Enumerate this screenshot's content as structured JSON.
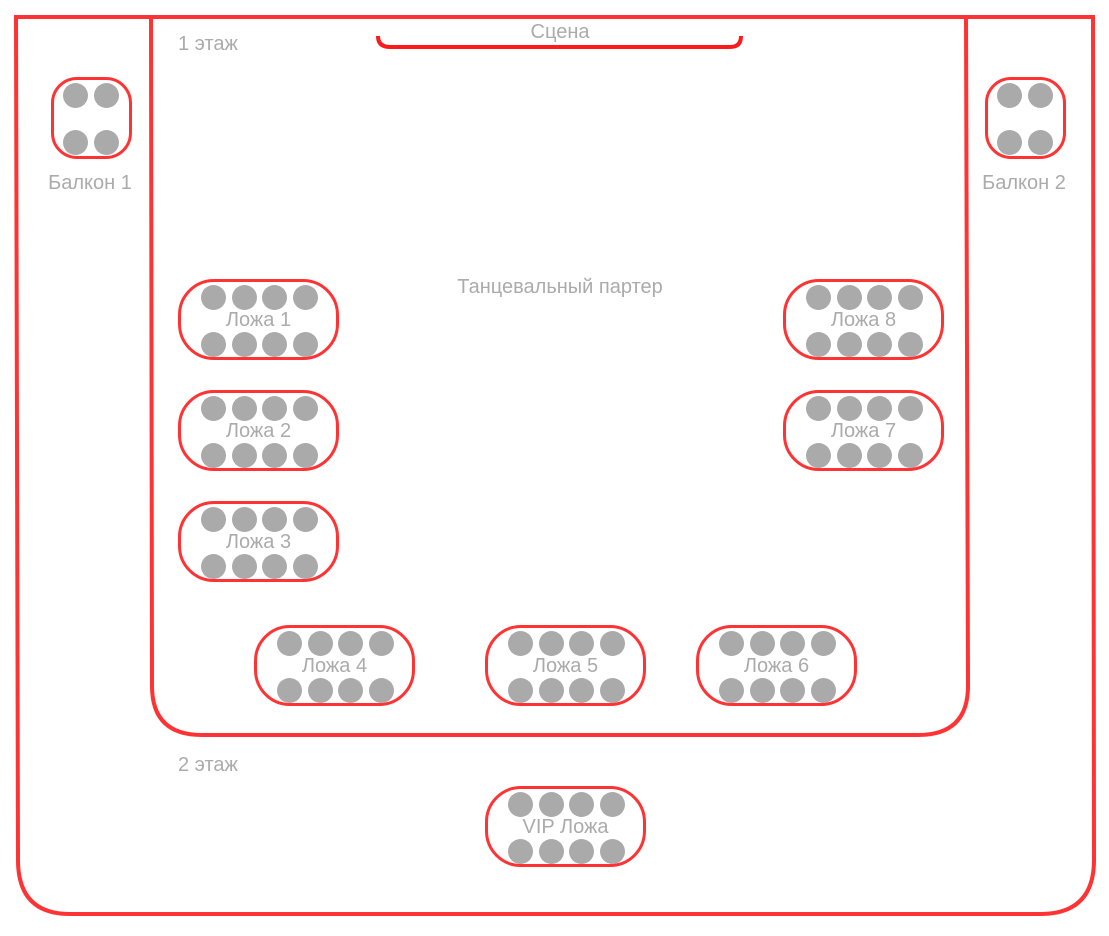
{
  "colors": {
    "outline": "#ff3333",
    "seat": "#aaaaaa",
    "text": "#ababab"
  },
  "labels": {
    "stage": "Сцена",
    "floor1": "1 этаж",
    "floor2": "2 этаж",
    "dance_floor": "Танцевальный партер"
  },
  "balconies": [
    {
      "label": "Балкон 1",
      "seats": 4
    },
    {
      "label": "Балкон 2",
      "seats": 4
    }
  ],
  "loges": [
    {
      "label": "Ложа 1",
      "seats": 8
    },
    {
      "label": "Ложа 2",
      "seats": 8
    },
    {
      "label": "Ложа 3",
      "seats": 8
    },
    {
      "label": "Ложа 4",
      "seats": 8
    },
    {
      "label": "Ложа 5",
      "seats": 8
    },
    {
      "label": "Ложа 6",
      "seats": 8
    },
    {
      "label": "Ложа 7",
      "seats": 8
    },
    {
      "label": "Ложа 8",
      "seats": 8
    },
    {
      "label": "VIP Ложа",
      "seats": 8
    }
  ]
}
